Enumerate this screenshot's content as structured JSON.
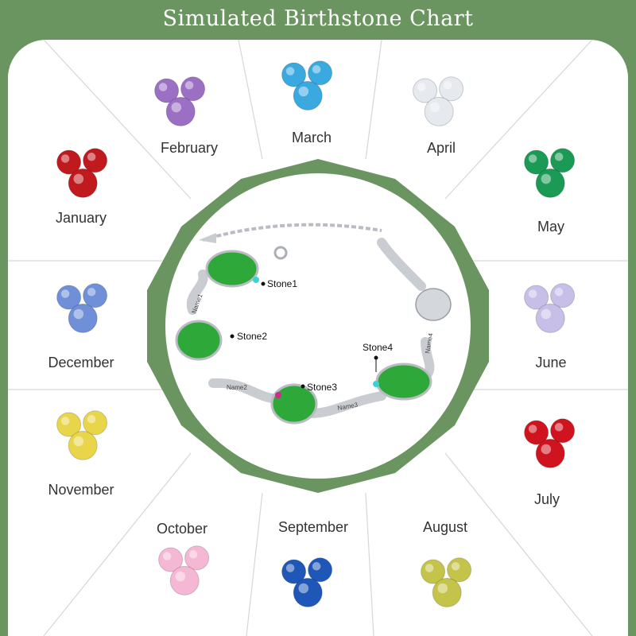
{
  "title": "Simulated Birthstone Chart",
  "months": [
    {
      "name": "January",
      "color": "#c0191e"
    },
    {
      "name": "February",
      "color": "#9b6fc4"
    },
    {
      "name": "March",
      "color": "#3aa9e0"
    },
    {
      "name": "April",
      "color": "#e6eaee"
    },
    {
      "name": "May",
      "color": "#1a9a55"
    },
    {
      "name": "June",
      "color": "#c7bfe8"
    },
    {
      "name": "July",
      "color": "#d0141f"
    },
    {
      "name": "August",
      "color": "#c5c44a"
    },
    {
      "name": "September",
      "color": "#1f57b8"
    },
    {
      "name": "October",
      "color": "#f4b8d4"
    },
    {
      "name": "November",
      "color": "#e8d54a"
    },
    {
      "name": "December",
      "color": "#6f8fd8"
    }
  ],
  "product": {
    "stones": [
      "Stone1",
      "Stone2",
      "Stone3",
      "Stone4"
    ],
    "engravings": [
      "Name1",
      "Name2",
      "Name3",
      "Name4"
    ],
    "stone_color": "#2fa83a",
    "metal_color": "#c9ccd1"
  },
  "colors": {
    "background": "#6a9560",
    "frame": "#6a9560",
    "panel": "#ffffff"
  }
}
